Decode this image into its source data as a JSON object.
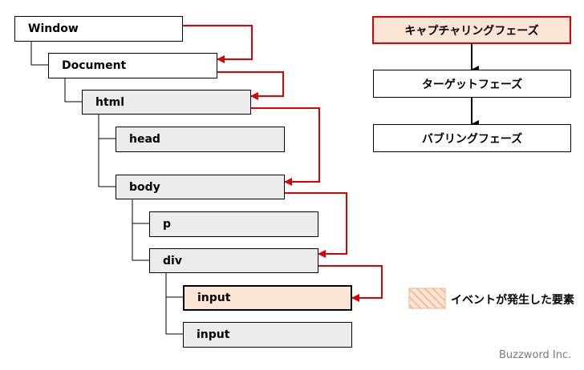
{
  "tree": {
    "window": "Window",
    "document": "Document",
    "html": "html",
    "head": "head",
    "body": "body",
    "p": "p",
    "div": "div",
    "input_target": "input",
    "input_other": "input"
  },
  "phases": {
    "capturing": "キャプチャリングフェーズ",
    "target": "ターゲットフェーズ",
    "bubbling": "バブリングフェーズ"
  },
  "legend": {
    "label": "イベントが発生した要素"
  },
  "credit": "Buzzword Inc.",
  "colors": {
    "arrow_red": "#e00000",
    "target_fill": "#fde5d6",
    "gray_fill": "#ececec",
    "legend_hatch": "#f4b183"
  }
}
